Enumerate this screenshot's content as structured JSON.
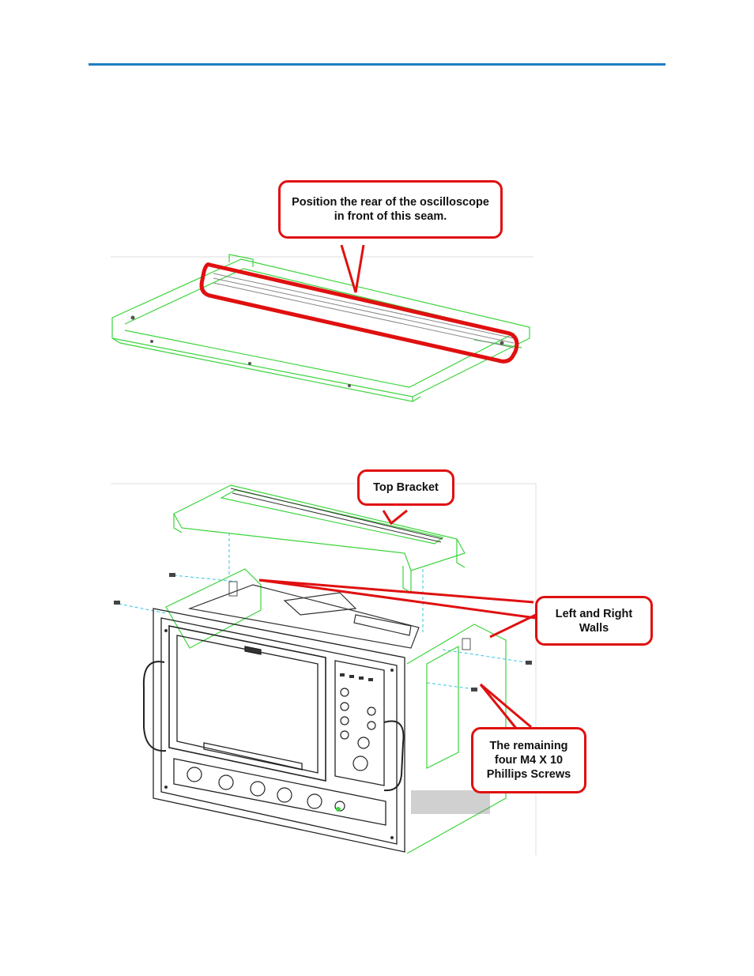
{
  "callouts": {
    "seam": "Position the rear of the oscilloscope\nin front of this seam.",
    "top_bracket": "Top Bracket",
    "walls": "Left and Right\nWalls",
    "screws": "The remaining\nfour M4 X 10\nPhillips Screws"
  },
  "colors": {
    "rule": "#1e7fc4",
    "callout_border": "#e01010",
    "part_outline": "#3bd43b",
    "guide_line": "#36c5e0"
  }
}
